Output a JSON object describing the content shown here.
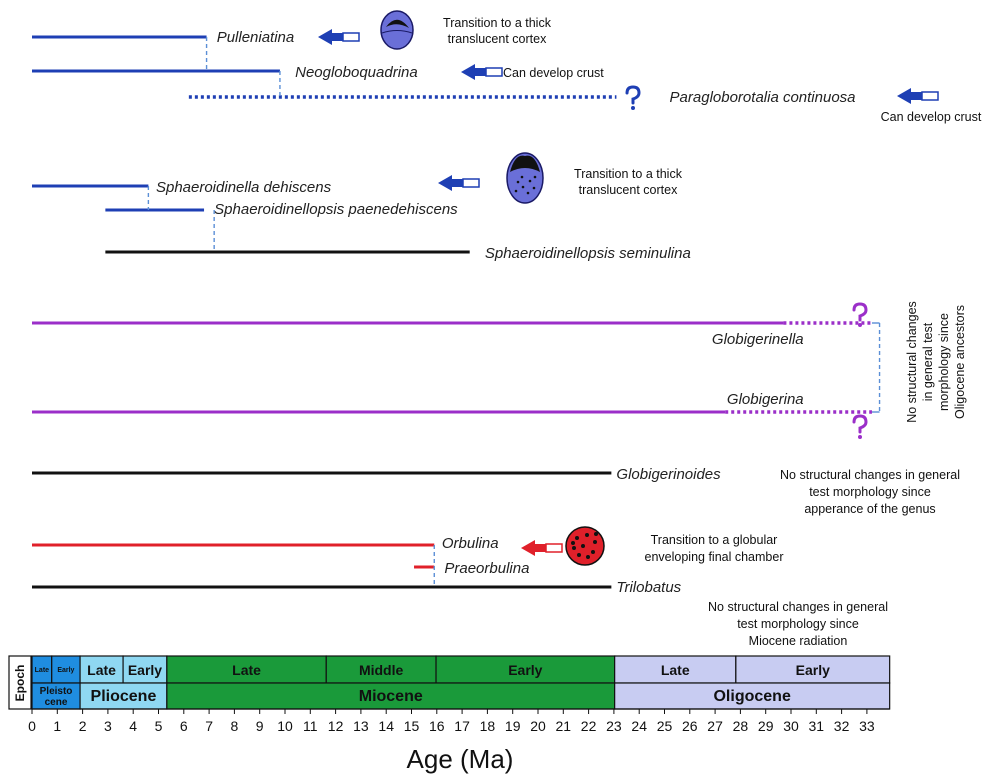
{
  "chart_data": {
    "type": "range",
    "xlabel": "Age (Ma)",
    "xlim": [
      0,
      33.9
    ],
    "x_ticks": [
      "0",
      "1",
      "2",
      "3",
      "4",
      "5",
      "6",
      "7",
      "8",
      "9",
      "10",
      "11",
      "12",
      "13",
      "14",
      "15",
      "16",
      "17",
      "18",
      "19",
      "20",
      "21",
      "22",
      "23",
      "24",
      "25",
      "26",
      "27",
      "28",
      "29",
      "30",
      "31",
      "32",
      "33"
    ],
    "colors": {
      "blue": "#1e3fb4",
      "black": "#111111",
      "purple": "#9b2fc9",
      "red": "#e0202a",
      "dash_link": "#5b8fd6"
    },
    "taxa": [
      {
        "id": "pulleniatina",
        "name": "Pulleniatina",
        "solid": [
          0,
          6.9
        ],
        "dotted": null,
        "color": "blue",
        "label_x": 7.3
      },
      {
        "id": "neogloboquadrina",
        "name": "Neogloboquadrina",
        "solid": [
          0,
          9.8
        ],
        "dotted": null,
        "color": "blue",
        "label_x": 10.4
      },
      {
        "id": "paragloborotalia",
        "name": "Paragloborotalia continuosa",
        "solid": null,
        "dotted": [
          6.2,
          23.1
        ],
        "color": "blue",
        "label_x": 25.2
      },
      {
        "id": "sphaeroidinella",
        "name": "Sphaeroidinella dehiscens",
        "solid": [
          0,
          4.6
        ],
        "dotted": null,
        "color": "blue",
        "label_x": 4.9
      },
      {
        "id": "sphaeroidinellopsis_p",
        "name": "Sphaeroidinellopsis paenedehiscens",
        "solid": [
          2.9,
          6.8
        ],
        "dotted": null,
        "color": "blue",
        "label_x": 7.2
      },
      {
        "id": "sphaeroidinellopsis_s",
        "name": "Sphaeroidinellopsis seminulina",
        "solid": [
          2.9,
          17.3
        ],
        "dotted": null,
        "color": "black",
        "label_x": 17.9
      },
      {
        "id": "globigerinella",
        "name": "Globigerinella",
        "solid": [
          0,
          29.7
        ],
        "dotted": [
          29.7,
          33.2
        ],
        "color": "purple",
        "label_x": 28.7
      },
      {
        "id": "globigerina",
        "name": "Globigerina",
        "solid": [
          0,
          27.4
        ],
        "dotted": [
          27.4,
          33.2
        ],
        "color": "purple",
        "label_x": 28.7
      },
      {
        "id": "globigerinoides",
        "name": "Globigerinoides",
        "solid": [
          0,
          22.9
        ],
        "dotted": null,
        "color": "black",
        "label_x": 23.1
      },
      {
        "id": "orbulina",
        "name": "Orbulina",
        "solid": [
          0,
          15.9
        ],
        "dotted": null,
        "color": "red",
        "label_x": 16.2
      },
      {
        "id": "praeorbulina",
        "name": "Praeorbulina",
        "solid": [
          15.1,
          15.9
        ],
        "dotted": null,
        "color": "red",
        "label_x": 16.3
      },
      {
        "id": "trilobatus",
        "name": "Trilobatus",
        "solid": [
          0,
          22.9
        ],
        "dotted": null,
        "color": "black",
        "label_x": 23.1
      }
    ],
    "annotations": {
      "pulleniatina_note": [
        "Transition to a thick",
        "translucent cortex"
      ],
      "neogloboquadrina_note": [
        "Can develop crust"
      ],
      "paragloborotalia_note": [
        "Can develop crust"
      ],
      "sphaeroidinella_note": [
        "Transition to a thick",
        "translucent cortex"
      ],
      "globigerina_group_note": [
        "No structural changes",
        "in general test",
        "morphology since",
        "Oligocene ancestors"
      ],
      "globigerinoides_note": [
        "No structural changes in general",
        "test morphology since",
        "apperance of the genus"
      ],
      "orbulina_note": [
        "Transition to a globular",
        "enveloping  final chamber"
      ],
      "trilobatus_note": [
        "No structural changes in general",
        "test morphology since",
        "Miocene radiation"
      ]
    },
    "timescale": {
      "epoch_label": "Epoch",
      "subepochs": [
        {
          "label": "Late",
          "from": 0.01,
          "to": 0.78,
          "color": "#1f8de0"
        },
        {
          "label": "Early",
          "from": 0.78,
          "to": 2.58,
          "color": "#1f8de0"
        },
        {
          "label": "Late",
          "from": 1.9,
          "to": 3.6,
          "color": "#8fd8f2"
        },
        {
          "label": "Early",
          "from": 3.6,
          "to": 5.33,
          "color": "#8fd8f2"
        },
        {
          "label": "Late",
          "from": 5.33,
          "to": 11.63,
          "color": "#1a9a3a"
        },
        {
          "label": "Middle",
          "from": 11.63,
          "to": 15.97,
          "color": "#1a9a3a"
        },
        {
          "label": "Early",
          "from": 15.97,
          "to": 23.03,
          "color": "#1a9a3a"
        },
        {
          "label": "Late",
          "from": 23.03,
          "to": 27.82,
          "color": "#c8ccf2"
        },
        {
          "label": "Early",
          "from": 27.82,
          "to": 33.9,
          "color": "#c8ccf2"
        }
      ],
      "epochs": [
        {
          "label": "Pleisto cene",
          "from": 0,
          "to": 1.9,
          "color": "#1f8de0"
        },
        {
          "label": "Pliocene",
          "from": 1.9,
          "to": 5.33,
          "color": "#8fd8f2"
        },
        {
          "label": "Miocene",
          "from": 5.33,
          "to": 23.03,
          "color": "#1a9a3a"
        },
        {
          "label": "Oligocene",
          "from": 23.03,
          "to": 33.9,
          "color": "#c8ccf2"
        }
      ]
    }
  }
}
